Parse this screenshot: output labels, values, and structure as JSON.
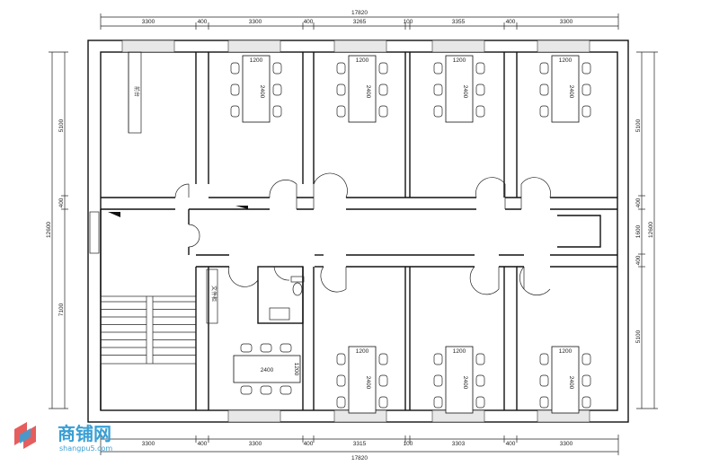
{
  "dimensions": {
    "top_total": "17820",
    "top_segments": [
      "3300",
      "400",
      "3300",
      "400",
      "3265",
      "100",
      "3355",
      "400",
      "3300"
    ],
    "bottom_total": "17820",
    "bottom_segments": [
      "3300",
      "400",
      "3300",
      "400",
      "3315",
      "100",
      "3303",
      "400",
      "3300"
    ],
    "left_total": "12600",
    "left_segments": [
      "5100",
      "400",
      "7100"
    ],
    "right_total": "12600",
    "right_segments": [
      "5100",
      "400",
      "1600",
      "400",
      "5100"
    ]
  },
  "tables": {
    "length_label": "2400",
    "width_label": "1200"
  },
  "rooms": {
    "reception_label": "前台",
    "archive_label": "文件柜"
  },
  "watermark": {
    "brand": "商铺网",
    "site": "shangpu5.com"
  }
}
